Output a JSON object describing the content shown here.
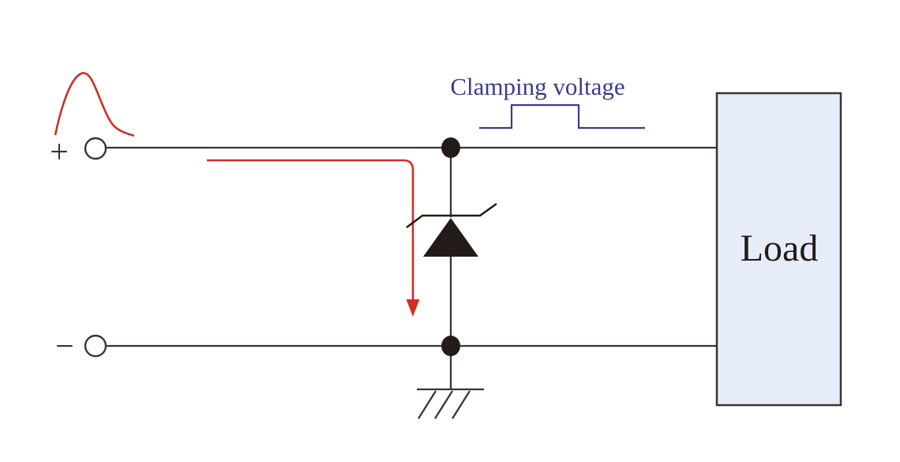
{
  "diagram": {
    "type": "circuit-schematic",
    "labels": {
      "positive_terminal": "+",
      "negative_terminal": "−",
      "clamping_voltage": "Clamping voltage",
      "load": "Load"
    },
    "colors": {
      "background": "#ffffff",
      "wire": "#3a3432",
      "component": "#231b18",
      "surge": "#ce2f27",
      "clamp": "#3c3b8d",
      "load_fill": "#e7edf8"
    },
    "components": [
      "surge-pulse-waveform",
      "positive-terminal",
      "negative-terminal",
      "top-rail-wire",
      "bottom-rail-wire",
      "junction-dot-top",
      "junction-dot-bottom",
      "tvs-diode",
      "surge-current-path-arrow",
      "clamping-voltage-waveform",
      "ground-symbol",
      "load-box"
    ]
  }
}
